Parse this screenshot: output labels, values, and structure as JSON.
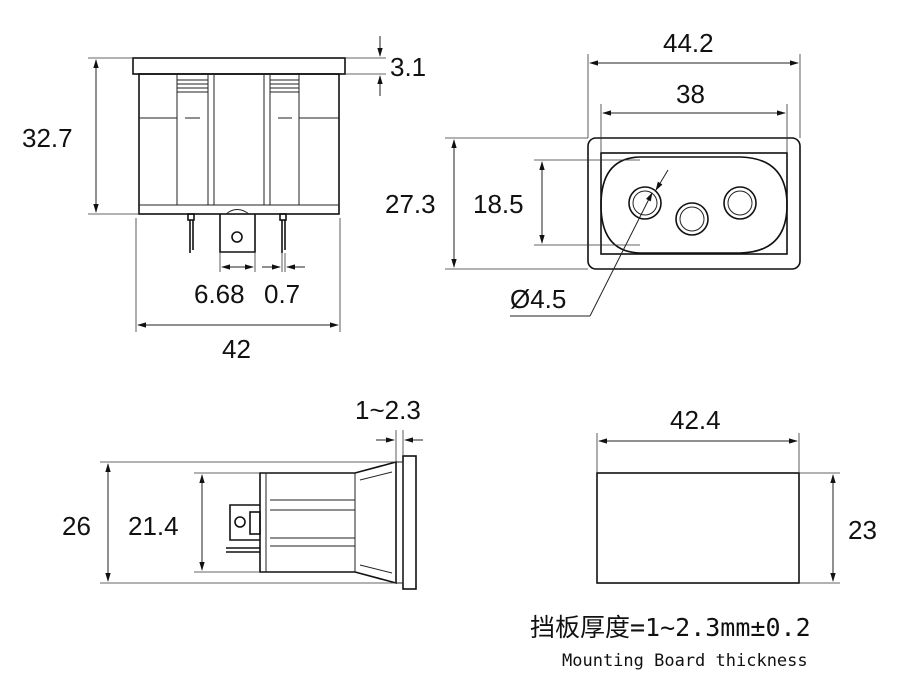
{
  "dimensions": {
    "side_height": "32.7",
    "flange_thickness": "3.1",
    "terminal_width": "6.68",
    "terminal_thickness": "0.7",
    "overall_width": "42",
    "face_width": "44.2",
    "face_inner_width": "38",
    "face_height": "27.3",
    "pin_span": "18.5",
    "pin_diameter": "Ø4.5",
    "board_range": "1~2.3",
    "body_height": "26",
    "body_inner_height": "21.4",
    "cutout_width": "42.4",
    "cutout_height": "23"
  },
  "notes": {
    "chinese": "挡板厚度=1~2.3mm±0.2",
    "english": "Mounting Board thickness"
  },
  "colors": {
    "line": "#111111",
    "background": "#ffffff"
  }
}
